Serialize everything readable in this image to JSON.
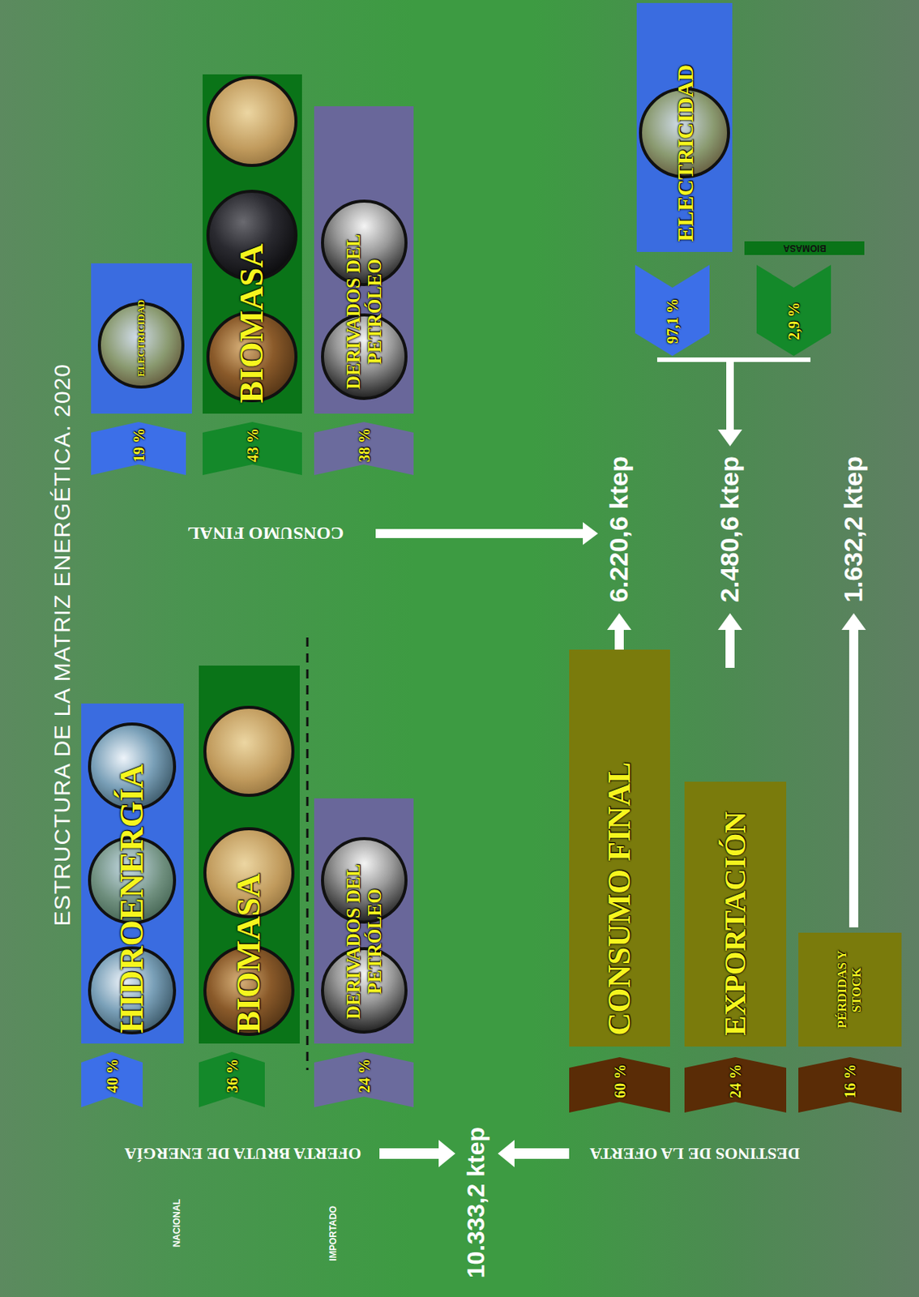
{
  "diagram": {
    "title": "ESTRUCTURA DE LA MATRIZ ENERGÉTICA. 2020",
    "nodes": [
      {
        "text": [
          "40 %"
        ]
      },
      {
        "text": [
          "HIDROENERGÍA"
        ]
      },
      {
        "text": [
          "36 %"
        ]
      },
      {
        "text": [
          "BIOMASA"
        ]
      },
      {
        "text": [
          "24 %"
        ]
      },
      {
        "text": [
          "DERIVADOS DEL PETRÓLEO"
        ]
      },
      {
        "text": [
          "19 %"
        ]
      },
      {
        "text": [
          "ELECTRICIDAD"
        ]
      },
      {
        "text": [
          "43 %"
        ]
      },
      {
        "text": [
          "BIOMASA"
        ]
      },
      {
        "text": [
          "38 %"
        ]
      },
      {
        "text": [
          "DERIVADOS DEL PETRÓLEO"
        ]
      },
      {
        "text": [
          "60 %"
        ]
      },
      {
        "text": [
          "CONSUMO FINAL"
        ]
      },
      {
        "text": [
          "24 %"
        ]
      },
      {
        "text": [
          "EXPORTACIÓN"
        ]
      },
      {
        "text": [
          "16 %"
        ]
      },
      {
        "text": [
          "PÉRDIDAS Y STOCK"
        ]
      },
      {
        "text": [
          "ELECTRICIDAD"
        ]
      },
      {
        "text": [
          "97,1 %"
        ]
      },
      {
        "text": [
          "BIOMASA"
        ]
      },
      {
        "text": [
          "2,9 %"
        ]
      }
    ],
    "labels": [
      "NACIONAL",
      "IMPORTADO",
      "OFERTA BRUTA DE ENERGÍA",
      "10.333,2 ktep",
      "DESTINOS DE LA OFERTA",
      "CONSUMO FINAL",
      "6.220,6 ktep",
      "2.480,6 ktep",
      "1.632,2 ktep"
    ]
  }
}
